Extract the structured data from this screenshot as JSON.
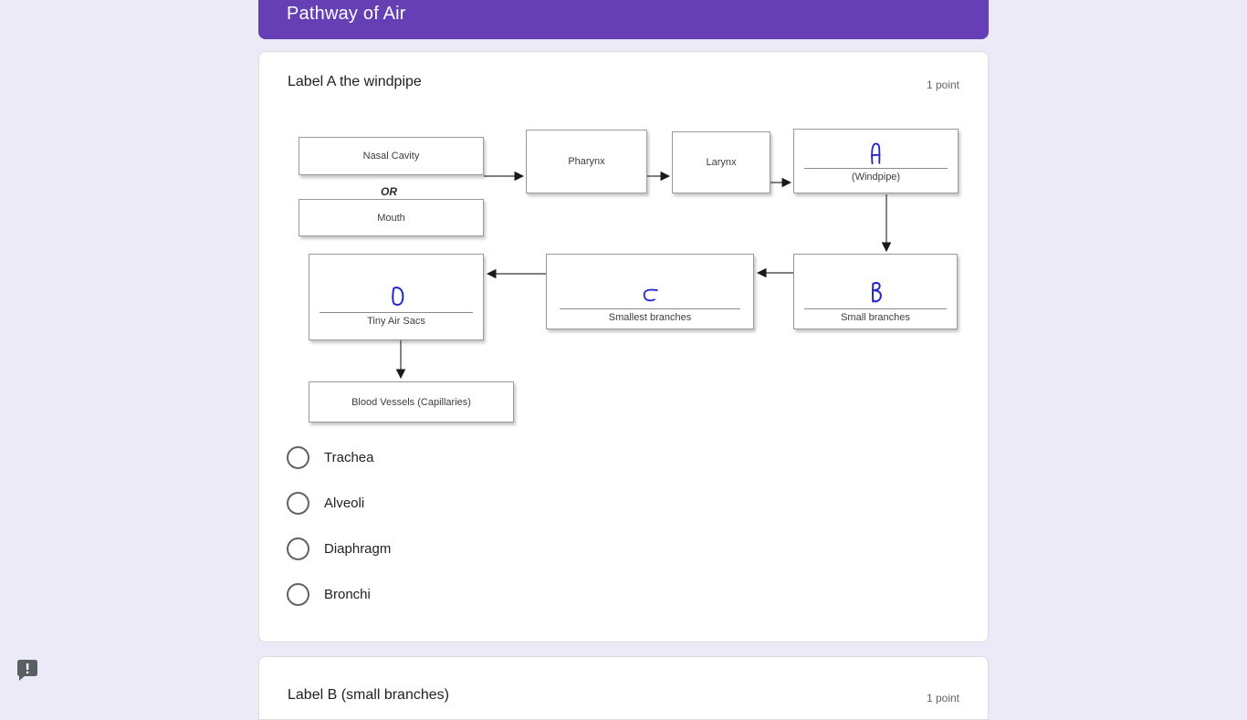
{
  "theme": {
    "header_purple": "#673fb5",
    "page_background": "#eceaf6",
    "ink_blue": "#2428cc",
    "card_border": "#dadce0"
  },
  "section_header": {
    "title": "Pathway of Air"
  },
  "question": {
    "title": "Label A the windpipe",
    "points_label": "1 point",
    "options": [
      {
        "label": "Trachea"
      },
      {
        "label": "Alveoli"
      },
      {
        "label": "Diaphragm"
      },
      {
        "label": "Bronchi"
      }
    ]
  },
  "diagram": {
    "or_label": "OR",
    "boxes": {
      "nasal_cavity": "Nasal Cavity",
      "mouth": "Mouth",
      "pharynx": "Pharynx",
      "larynx": "Larynx",
      "windpipe_letter": "A",
      "windpipe_caption": "(Windpipe)",
      "small_branches_letter": "B",
      "small_branches_caption": "Small branches",
      "smallest_branches_letter": "C",
      "smallest_branches_caption": "Smallest branches",
      "tiny_air_sacs_letter": "D",
      "tiny_air_sacs_caption": "Tiny Air Sacs",
      "blood_vessels": "Blood Vessels (Capillaries)"
    }
  },
  "next_question": {
    "title": "Label B (small branches)",
    "points_label": "1 point"
  },
  "report_button": {
    "icon": "report-abuse-speech-bubble"
  }
}
